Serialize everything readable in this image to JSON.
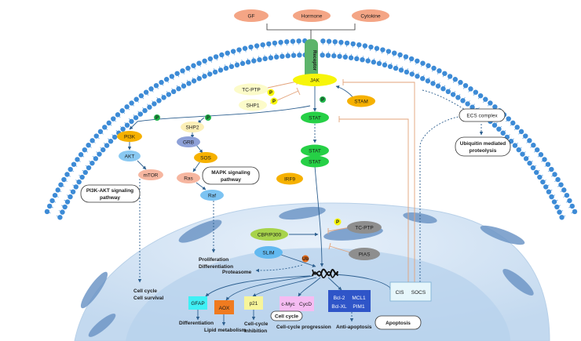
{
  "ligands": [
    "GF",
    "Hormone",
    "Cytokine"
  ],
  "receptor": "Receptor",
  "membrane_proteins": {
    "jak": "JAK",
    "tc_ptp": "TC-PTP",
    "shp1": "SHP1",
    "stam": "STAM",
    "stat": "STAT",
    "stat_dimer_top": "STAT",
    "stat_dimer_bottom": "STAT",
    "irf9": "IRF9",
    "p": "P"
  },
  "ecs": {
    "complex": "ECS complex",
    "proteolysis_line1": "Ubiquitin mediated",
    "proteolysis_line2": "proteolysis"
  },
  "pi3k_branch": {
    "pi3k": "PI3K",
    "akt": "AKT",
    "mtor": "mTOR",
    "pathway_line1": "PI3K-AKT signaling",
    "pathway_line2": "pathway",
    "out_line1": "Cell cycle",
    "out_line2": "Cell survival"
  },
  "mapk_branch": {
    "shp2": "SHP2",
    "grb": "GRB",
    "sos": "SOS",
    "ras": "Ras",
    "raf": "Raf",
    "pathway_line1": "MAPK signaling",
    "pathway_line2": "pathway",
    "out_line1": "Proliferation",
    "out_line2": "Differentiation"
  },
  "nucleus": {
    "tc_ptp": "TC-PTP",
    "cbp": "CBP/P300",
    "pias": "PIAS",
    "slim": "SLIM",
    "ub": "Ub",
    "proteasome": "Proteasome",
    "p": "P"
  },
  "targets": {
    "gfap": "GFAP",
    "aox": "AOX",
    "p21": "p21",
    "cmyc": "c-Myc",
    "cycd": "CycD",
    "bcl2": "Bcl-2",
    "mcl1": "MCL1",
    "bclxl": "Bcl-XL",
    "pim1": "PIM1",
    "cis": "CIS",
    "socs": "SOCS"
  },
  "outcomes": {
    "differentiation": "Differentiation",
    "lipid": "Lipid metabolism",
    "cc_inhib_line1": "Cell-cycle",
    "cc_inhib_line2": "inhibition",
    "cell_cycle": "Cell cycle",
    "cc_progression": "Cell-cycle progression",
    "anti_apoptosis": "Anti-apoptosis",
    "apoptosis": "Apoptosis"
  },
  "colors": {
    "ligand": "#f4a585",
    "receptor": "#5db46b",
    "jak": "#f7f50a",
    "stat": "#26d046",
    "orange": "#f6b100",
    "akt": "#8ac9f2",
    "shp2": "#fcefb7",
    "grb": "#8ea1d8",
    "ras": "#f6b6a0",
    "raf": "#7cc3f2",
    "cbp": "#a7d34b",
    "slim": "#62b9f0",
    "ub": "#e46a19",
    "phospho": "#1fb34a",
    "gray": "#8e8e8e",
    "cell": "#cfe2f3",
    "nucleus": "#a9c9e8",
    "membrane": "#3d8bd6",
    "arrow": "#2d5f8f",
    "inhibit": "#e3a37a"
  }
}
